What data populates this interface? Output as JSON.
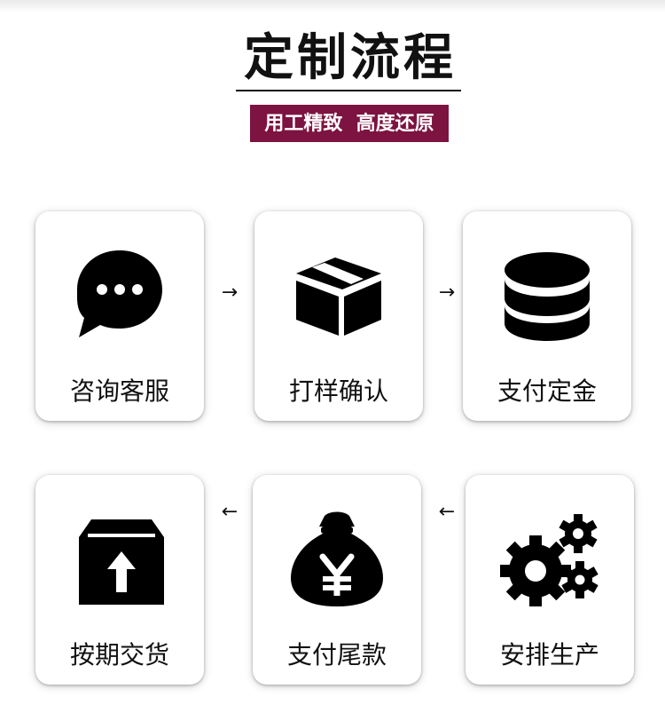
{
  "header": {
    "title": "定制流程",
    "subtitle": "用工精致  高度还原",
    "subtitle_bg": "#7d1340"
  },
  "steps": [
    {
      "label": "咨询客服",
      "icon": "chat-bubble-icon"
    },
    {
      "label": "打样确认",
      "icon": "box-icon"
    },
    {
      "label": "支付定金",
      "icon": "coin-stack-icon"
    },
    {
      "label": "安排生产",
      "icon": "gears-icon"
    },
    {
      "label": "支付尾款",
      "icon": "money-bag-icon"
    },
    {
      "label": "按期交货",
      "icon": "delivery-box-icon"
    }
  ],
  "arrows": {
    "right": "→",
    "left": "←"
  }
}
